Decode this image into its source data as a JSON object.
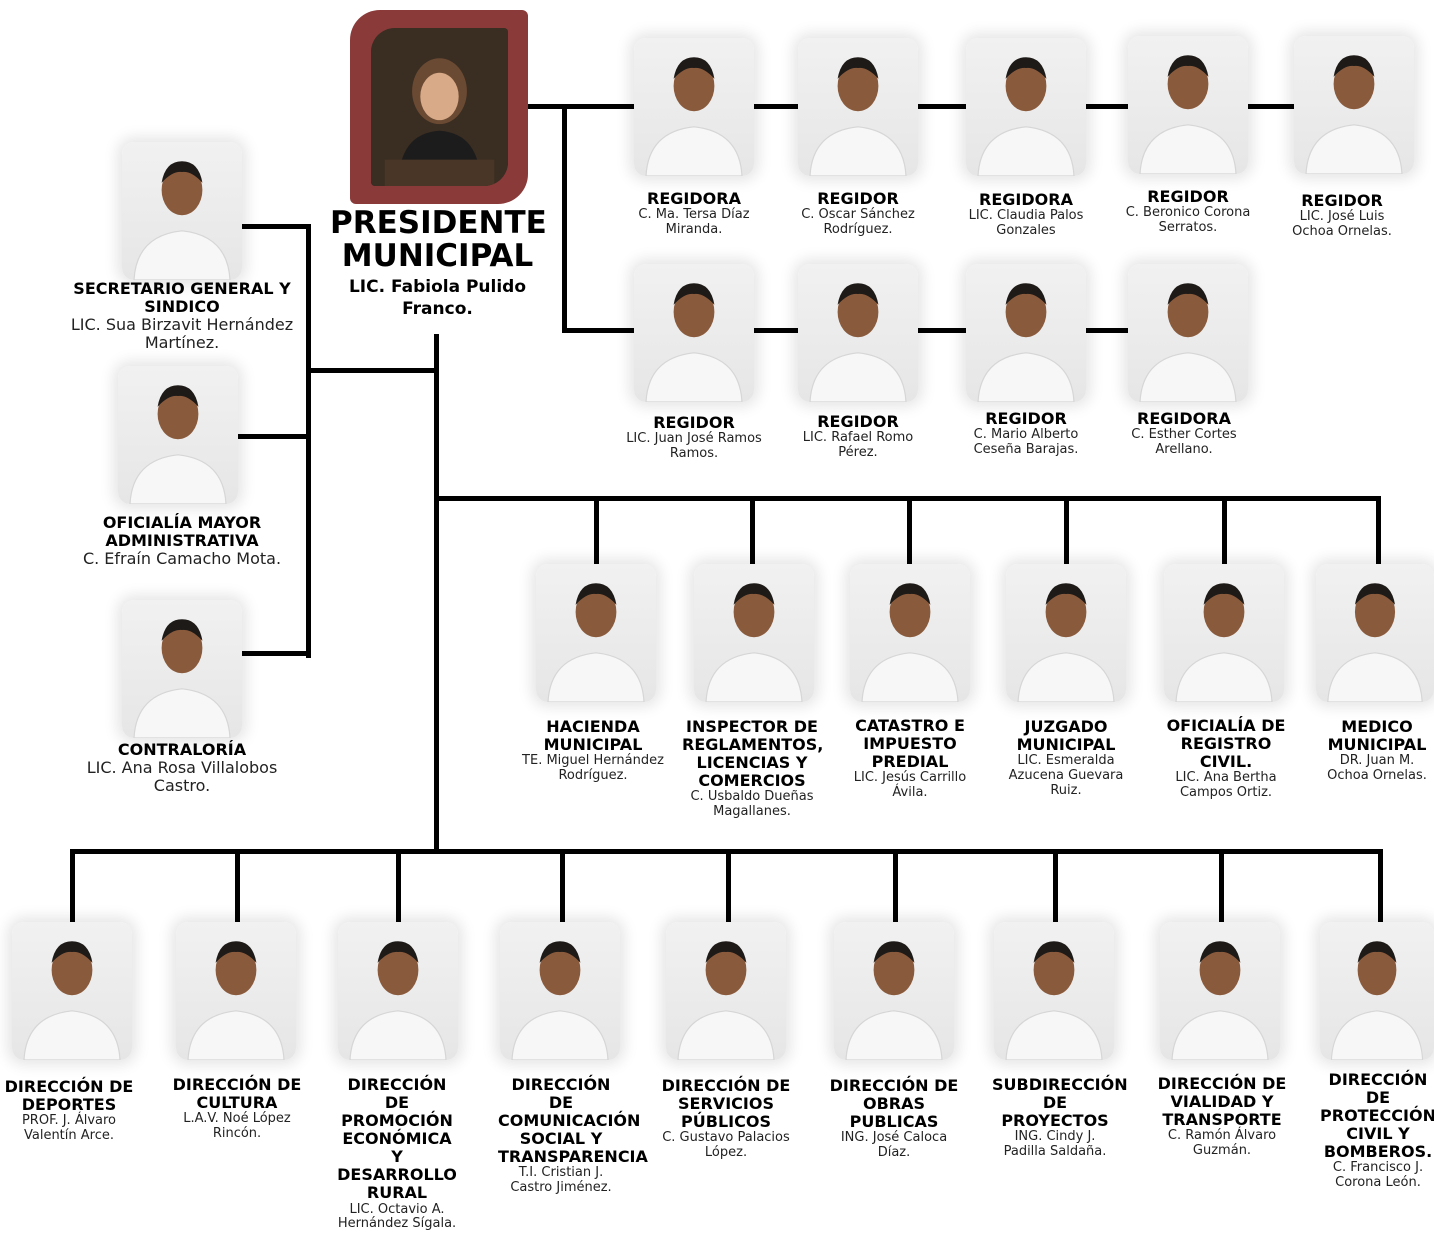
{
  "president": {
    "title": "PRESIDENTE MUNICIPAL",
    "name": "LIC. Fabiola Pulido Franco."
  },
  "colors": {
    "frame": "#8b3a3a",
    "lines": "#000000"
  },
  "left": [
    {
      "title": "SECRETARIO GENERAL Y SINDICO",
      "name": "LIC. Sua Birzavit Hernández Martínez."
    },
    {
      "title": "OFICIALÍA MAYOR ADMINISTRATIVA",
      "name": "C. Efraín Camacho Mota."
    },
    {
      "title": "CONTRALORÍA",
      "name": "LIC. Ana Rosa Villalobos Castro."
    }
  ],
  "regidores_row1": [
    {
      "title": "REGIDORA",
      "name": "C. Ma. Tersa Díaz Miranda."
    },
    {
      "title": "REGIDOR",
      "name": "C. Oscar Sánchez Rodríguez."
    },
    {
      "title": "REGIDORA",
      "name": "LIC. Claudia Palos Gonzales"
    },
    {
      "title": "REGIDOR",
      "name": "C. Beronico Corona Serratos."
    },
    {
      "title": "REGIDOR",
      "name": "LIC. José Luis Ochoa Ornelas."
    }
  ],
  "regidores_row2": [
    {
      "title": "REGIDOR",
      "name": "LIC. Juan José Ramos Ramos."
    },
    {
      "title": "REGIDOR",
      "name": "LIC. Rafael Romo Pérez."
    },
    {
      "title": "REGIDOR",
      "name": "C. Mario Alberto Ceseña Barajas."
    },
    {
      "title": "REGIDORA",
      "name": "C. Esther Cortes Arellano."
    }
  ],
  "middle": [
    {
      "title": "HACIENDA MUNICIPAL",
      "name": "TE. Miguel Hernández Rodríguez."
    },
    {
      "title": "INSPECTOR DE REGLAMENTOS, LICENCIAS Y COMERCIOS",
      "name": "C. Usbaldo Dueñas Magallanes."
    },
    {
      "title": "CATASTRO E IMPUESTO PREDIAL",
      "name": "LIC. Jesús Carrillo Ávila."
    },
    {
      "title": "JUZGADO MUNICIPAL",
      "name": "LIC. Esmeralda Azucena Guevara Ruiz."
    },
    {
      "title": "OFICIALÍA DE REGISTRO CIVIL.",
      "name": "LIC. Ana Bertha Campos Ortiz."
    },
    {
      "title": "MEDICO MUNICIPAL",
      "name": "DR. Juan M. Ochoa Ornelas."
    }
  ],
  "bottom": [
    {
      "title": "DIRECCIÓN DE DEPORTES",
      "name": "PROF. J. Álvaro Valentín Arce."
    },
    {
      "title": "DIRECCIÓN DE CULTURA",
      "name": "L.A.V. Noé López Rincón."
    },
    {
      "title": "DIRECCIÓN DE PROMOCIÓN ECONÓMICA Y DESARROLLO RURAL",
      "name": "LIC. Octavio A. Hernández Sígala."
    },
    {
      "title": "DIRECCIÓN DE COMUNICACIÓN SOCIAL Y TRANSPARENCIA",
      "name": "T.I. Cristian J. Castro Jiménez."
    },
    {
      "title": "DIRECCIÓN DE SERVICIOS PÚBLICOS",
      "name": "C. Gustavo Palacios López."
    },
    {
      "title": "DIRECCIÓN DE OBRAS PUBLICAS",
      "name": "ING. José Caloca Díaz."
    },
    {
      "title": "SUBDIRECCIÓN DE PROYECTOS",
      "name": "ING. Cindy J. Padilla Saldaña."
    },
    {
      "title": "DIRECCIÓN DE VIALIDAD Y TRANSPORTE",
      "name": "C. Ramón Álvaro Guzmán."
    },
    {
      "title": "DIRECCIÓN DE PROTECCIÓN CIVIL Y BOMBEROS.",
      "name": "C. Francisco J. Corona León."
    }
  ]
}
